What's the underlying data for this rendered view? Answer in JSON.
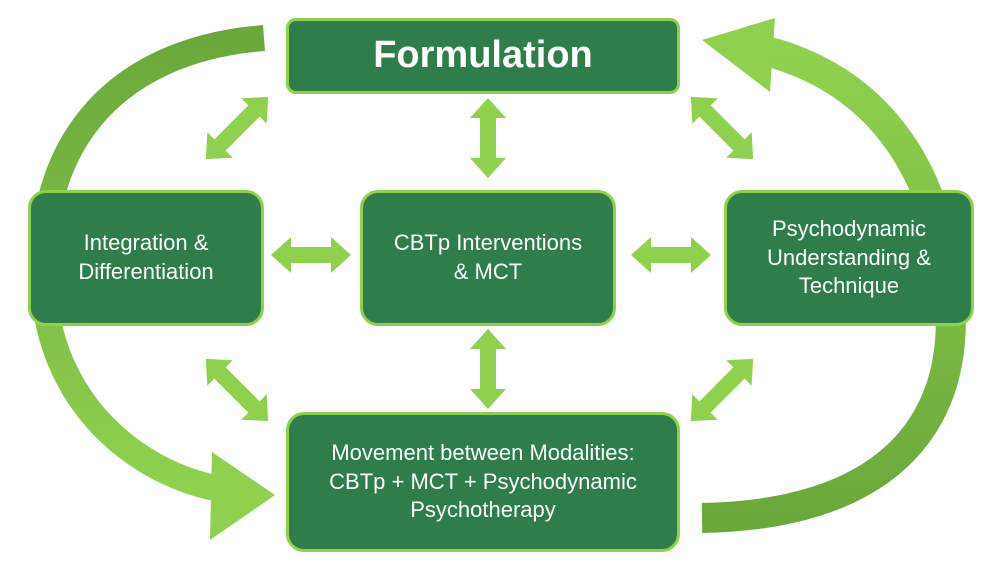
{
  "nodes": {
    "formulation": "Formulation",
    "integration": "Integration &\nDifferentiation",
    "cbtp": "CBTp Interventions\n& MCT",
    "psychodynamic": "Psychodynamic\nUnderstanding &\nTechnique",
    "movement": "Movement between Modalities:\nCBTp + MCT + Psychodynamic\nPsychotherapy"
  },
  "colors": {
    "box_fill": "#2e7d4a",
    "box_border": "#8fd14f",
    "arrow_light": "#8fd14f",
    "arrow_dark": "#6aa83b",
    "text": "#ffffff"
  }
}
